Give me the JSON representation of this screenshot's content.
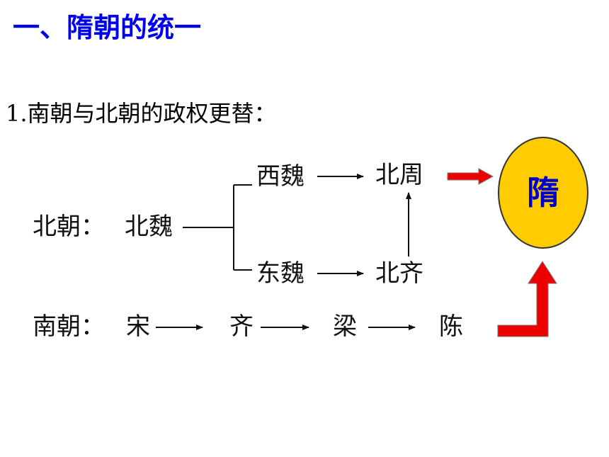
{
  "heading": "一、隋朝的统一",
  "subheading": "1.南朝与北朝的政权更替：",
  "diagram": {
    "north_label": "北朝：",
    "northern_wei": "北魏",
    "western_wei": "西魏",
    "northern_zhou": "北周",
    "eastern_wei": "东魏",
    "northern_qi": "北齐",
    "south_label": "南朝：",
    "song": "宋",
    "qi": "齐",
    "liang": "梁",
    "chen": "陈",
    "sui": "隋"
  },
  "colors": {
    "heading": "#0000ee",
    "sui_fill": "#ffcc00",
    "sui_text": "#0000cc",
    "red_arrow": "#ee0000"
  }
}
